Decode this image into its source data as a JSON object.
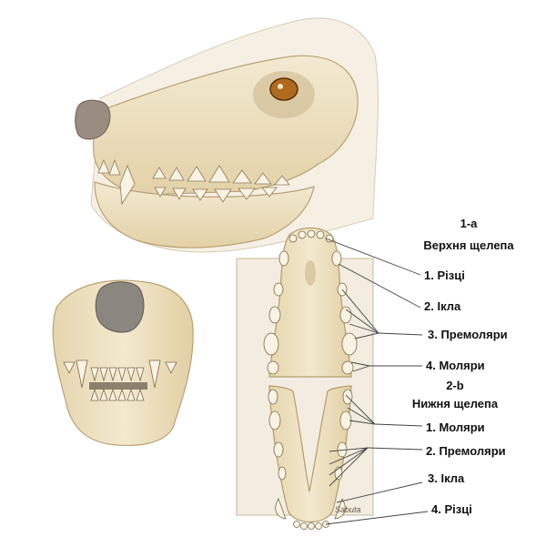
{
  "upper": {
    "code": "1-a",
    "title": "Верхня щелепа",
    "items": [
      "1. Різці",
      "2. Ікла",
      "3. Премоляри",
      "4. Моляри"
    ]
  },
  "lower": {
    "code": "2-b",
    "title": "Нижня щелепа",
    "items": [
      "1. Моляри",
      "2. Премоляри",
      "3. Ікла",
      "4. Різці"
    ]
  },
  "signature": "Sabuta",
  "colors": {
    "bone": "#efe3c4",
    "bone_shadow": "#cdb88a",
    "panel": "#f3ece0",
    "line": "#444444",
    "eye": "#b06a1e"
  }
}
